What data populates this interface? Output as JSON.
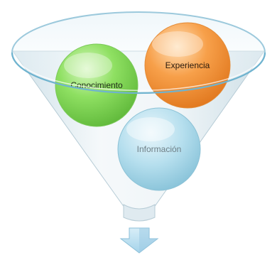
{
  "diagram": {
    "type": "funnel",
    "items": [
      {
        "label": "Conocimiento",
        "color": "#7ed957"
      },
      {
        "label": "Experiencia",
        "color": "#f28c28"
      },
      {
        "label": "Información",
        "color": "#9fd3e8"
      }
    ],
    "funnel_color": "#cfe6ee",
    "rim_color": "#6fb3cf",
    "arrow_color": "#b9dff2"
  }
}
